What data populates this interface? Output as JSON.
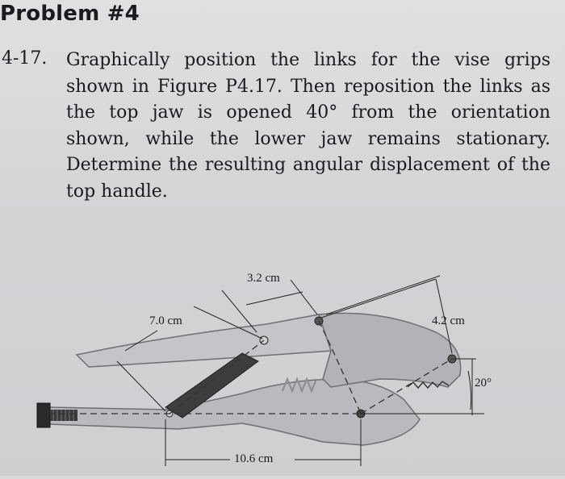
{
  "heading": "Problem #4",
  "problem": {
    "number": "4-17.",
    "text": "Graphically position the links for the vise grips shown in Figure P4.17. Then reposition the links as the top jaw is opened 40° from the orientation shown, while the lower jaw remains stationary. Determine the resulting angular displacement of the top handle."
  },
  "figure": {
    "dim_top": "3.2 cm",
    "dim_left": "7.0 cm",
    "dim_right": "4.2 cm",
    "dim_bottom": "10.6 cm",
    "angle_label": "20°"
  }
}
